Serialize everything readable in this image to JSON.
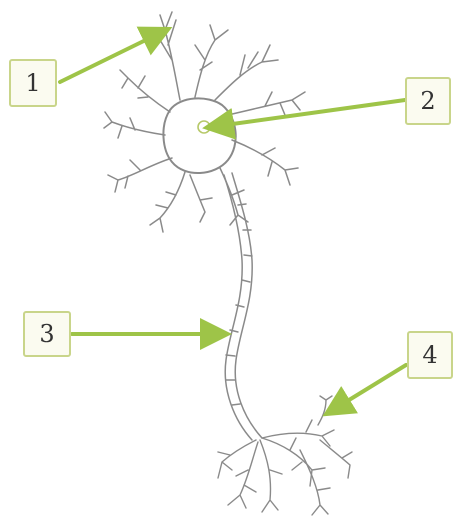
{
  "labels": [
    {
      "id": "1",
      "text": "1"
    },
    {
      "id": "2",
      "text": "2"
    },
    {
      "id": "3",
      "text": "3"
    },
    {
      "id": "4",
      "text": "4"
    }
  ],
  "colors": {
    "arrow": "#9ec448",
    "line": "#8a8a8a",
    "box_border": "#c9d58a",
    "box_fill": "#fbfbf0"
  }
}
